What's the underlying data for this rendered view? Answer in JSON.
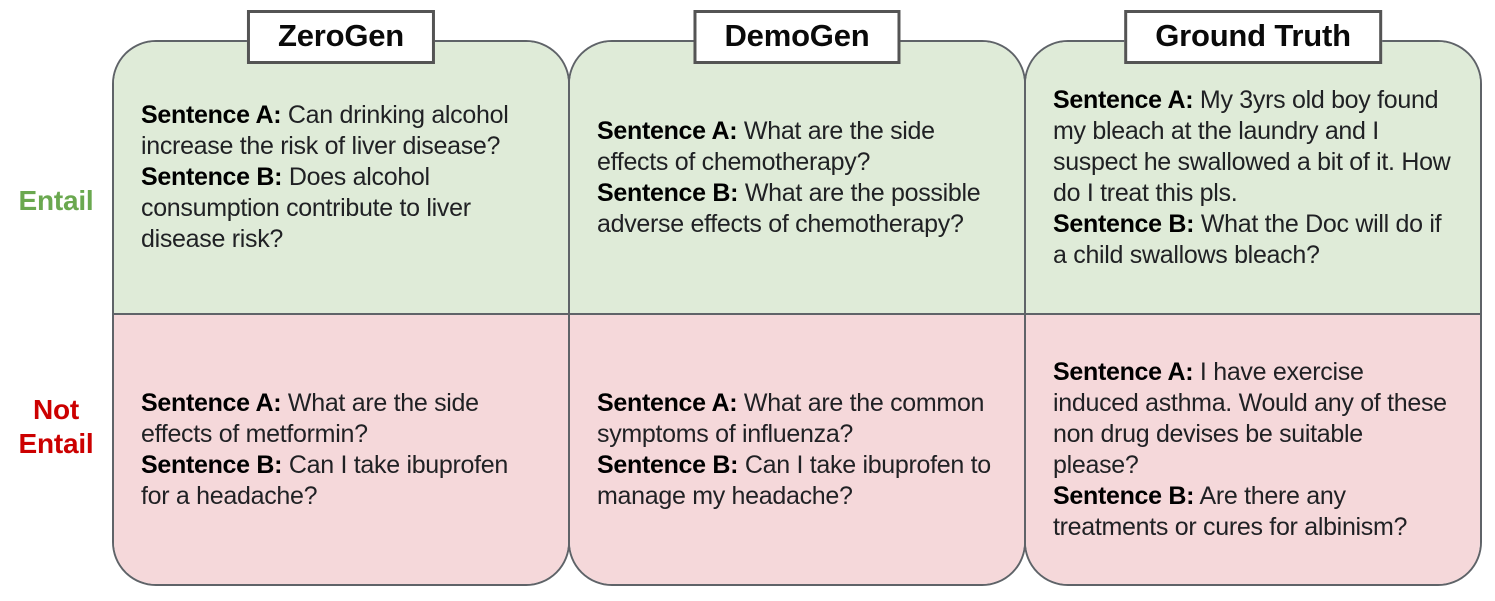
{
  "figure": {
    "row_labels": {
      "entail": "Entail",
      "not_entail": "Not Entail"
    },
    "sentence_labels": {
      "a": "Sentence A:",
      "b": "Sentence B:"
    },
    "columns": [
      {
        "header": "ZeroGen",
        "entail": {
          "a": "Can drinking alcohol increase the risk of liver disease?",
          "b": "Does alcohol consumption contribute to liver disease risk?"
        },
        "not_entail": {
          "a": "What are the side effects of metformin?",
          "b": "Can I take ibuprofen for a headache?"
        }
      },
      {
        "header": "DemoGen",
        "entail": {
          "a": "What are the side effects of chemotherapy?",
          "b": "What are the possible adverse effects of chemotherapy?"
        },
        "not_entail": {
          "a": "What are the common symptoms of influenza?",
          "b": "Can I take ibuprofen to manage my headache?"
        }
      },
      {
        "header": "Ground Truth",
        "entail": {
          "a": "My 3yrs old boy found my bleach at the laundry and I suspect he swallowed a bit of it. How do I treat this pls.",
          "b": "What the Doc will do if a child swallows bleach?"
        },
        "not_entail": {
          "a": "I have exercise induced asthma. Would any of these non drug devises be suitable please?",
          "b": "Are there any treatments or cures for albinism?"
        }
      }
    ],
    "colors": {
      "entail_bg": "#dfebd8",
      "not_entail_bg": "#f5d8da",
      "entail_label": "#6aa84f",
      "not_entail_label": "#cc0000",
      "border": "#5f6368",
      "header_border": "#545454"
    }
  }
}
